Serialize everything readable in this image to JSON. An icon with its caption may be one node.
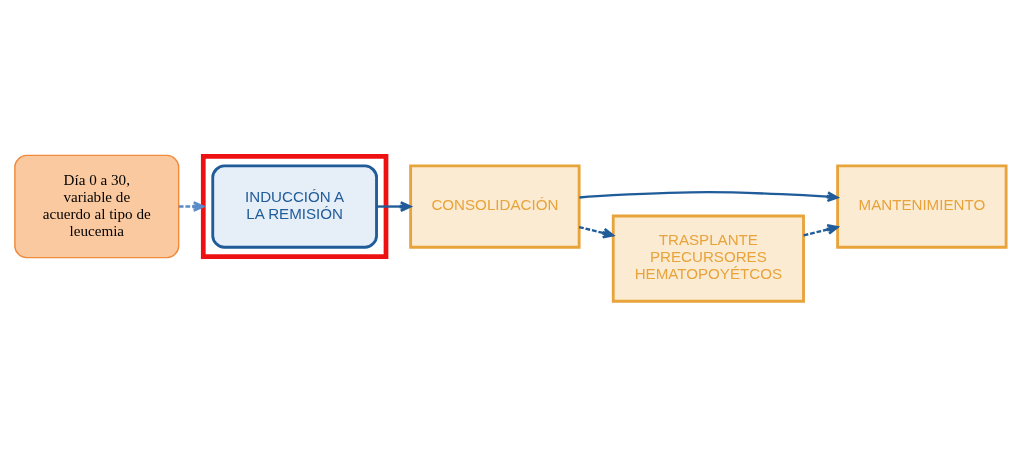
{
  "diagram": {
    "nodes": [
      {
        "text": [],
        "shape": "box"
      },
      {
        "text": [
          "INDUCCIÓN A LA REMISIÓN"
        ],
        "in": 0
      },
      {
        "text": [
          "CONSOLIDACIÓN"
        ]
      },
      {
        "text": [
          "MANTENIMIENTO"
        ]
      },
      {
        "text": [
          "TRASPLANTE PRECURSORES HEMATOPOYÉTCOS"
        ]
      },
      {
        "text": [
          "Día 0 a 30, variable de acuerdo al tipo de leucemia"
        ]
      }
    ],
    "edges": [
      {
        "from": 1,
        "to": 2,
        "arrow": "to"
      },
      {
        "from": 2,
        "to": 3,
        "arrow": "to"
      },
      {
        "from": 2,
        "to": 4,
        "arrow": "to",
        "style": "dashed"
      },
      {
        "from": 4,
        "to": 3,
        "arrow": "to",
        "style": "dashed"
      },
      {
        "from": 5,
        "to": 0,
        "arrow": "to",
        "style": "dashed",
        "color": "#5b8bc9"
      }
    ]
  }
}
